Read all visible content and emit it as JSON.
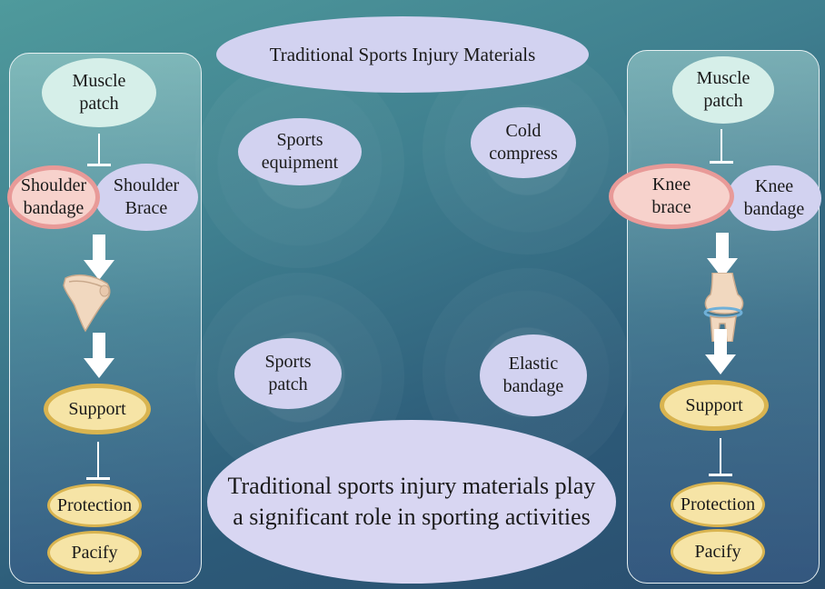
{
  "header": {
    "title": "Traditional Sports Injury Materials"
  },
  "center": {
    "items": [
      {
        "label": "Sports\nequipment"
      },
      {
        "label": "Cold\ncompress"
      },
      {
        "label": "Sports\npatch"
      },
      {
        "label": "Elastic\nbandage"
      }
    ],
    "conclusion": "Traditional sports injury materials play\na significant role in sporting activities"
  },
  "left": {
    "top": "Muscle\npatch",
    "item_a": "Shoulder\nbandage",
    "item_b": "Shoulder\nBrace",
    "support": "Support",
    "protection": "Protection",
    "pacify": "Pacify"
  },
  "right": {
    "top": "Muscle\npatch",
    "item_a": "Knee\nbrace",
    "item_b": "Knee\nbandage",
    "support": "Support",
    "protection": "Protection",
    "pacify": "Pacify"
  },
  "colors": {
    "background": "#3f7f8f",
    "mint": "#d6efe9",
    "lavender": "#d2d2f0",
    "pink_border": "#e89a98",
    "gold_border": "#d9b450",
    "arrow": "#ffffff"
  }
}
